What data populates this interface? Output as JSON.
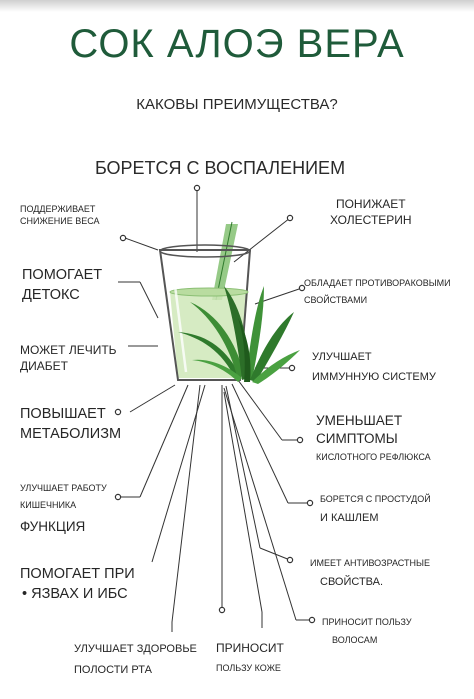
{
  "title": "СОК АЛОЭ ВЕРА",
  "subtitle": "КАКОВЫ ПРЕИМУЩЕСТВА?",
  "center_benefit": "БОРЕТСЯ С ВОСПАЛЕНИЕМ",
  "benefits": {
    "weight_1": "ПОДДЕРЖИВАЕТ",
    "weight_2": "СНИЖЕНИЕ ВЕСА",
    "detox_1": "ПОМОГАЕТ",
    "detox_2": "ДЕТОКС",
    "diabetes_1": "МОЖЕТ ЛЕЧИТЬ",
    "diabetes_2": "ДИАБЕТ",
    "metabolism_1": "ПОВЫШАЕТ",
    "metabolism_2": "МЕТАБОЛИЗМ",
    "bowel_1": "УЛУЧШАЕТ РАБОТУ",
    "bowel_2": "КИШЕЧНИКА",
    "bowel_3": "ФУНКЦИЯ",
    "ulcers_1": "ПОМОГАЕТ ПРИ",
    "ulcers_2": "ЯЗВАХ И ИБС",
    "oral_1": "УЛУЧШАЕТ ЗДОРОВЬЕ",
    "oral_2": "ПОЛОСТИ РТА",
    "skin_1": "ПРИНОСИТ",
    "skin_2": "ПОЛЬЗУ КОЖЕ",
    "cholesterol_1": "ПОНИЖАЕТ",
    "cholesterol_2": "ХОЛЕСТЕРИН",
    "antitumor_1": "ОБЛАДАЕТ ПРОТИВОРАКОВЫМИ",
    "antitumor_2": "СВОЙСТВАМИ",
    "immune_1": "УЛУЧШАЕТ",
    "immune_2": "ИММУННУЮ СИСТЕМУ",
    "reflux_1": "УМЕНЬШАЕТ",
    "reflux_2": "СИМПТОМЫ",
    "reflux_3": "КИСЛОТНОГО РЕФЛЮКСА",
    "cold_1": "БОРЕТСЯ С ПРОСТУДОЙ",
    "cold_2": "И КАШЛЕМ",
    "antiaging_1": "ИМЕЕТ АНТИВОЗРАСТНЫЕ",
    "antiaging_2": "СВОЙСТВА.",
    "hair_1": "ПРИНОСИТ ПОЛЬЗУ",
    "hair_2": "ВОЛОСАМ"
  },
  "colors": {
    "title": "#1f5b3a",
    "leaf": "#2f7a2c",
    "juice": "#cfe8b8",
    "line": "#333333"
  },
  "icons": {
    "glass": "glass-of-juice-icon",
    "plant": "aloe-plant-icon",
    "straw": "straw-icon"
  }
}
